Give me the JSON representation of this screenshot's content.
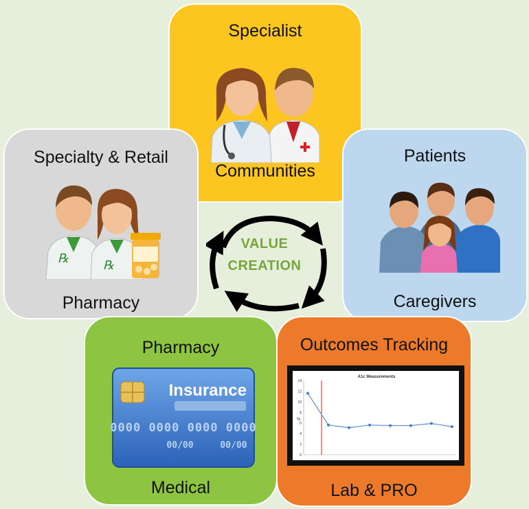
{
  "center": {
    "line1": "VALUE",
    "line2": "CREATION"
  },
  "tiles": {
    "specialist": {
      "title": "Specialist",
      "subtitle": "Communities"
    },
    "pharmacy_retail": {
      "title": "Specialty & Retail",
      "subtitle": "Pharmacy"
    },
    "patients": {
      "title": "Patients",
      "subtitle": "Caregivers"
    },
    "insurance": {
      "title": "Pharmacy",
      "subtitle": "Medical",
      "card": {
        "label": "Insurance",
        "number": "0000 0000 0000 0000",
        "date1": "00/00",
        "date2": "00/00"
      }
    },
    "outcomes": {
      "title": "Outcomes Tracking",
      "subtitle": "Lab & PRO"
    }
  },
  "colors": {
    "specialist": "#fcc520",
    "pharmacy_retail": "#d8d8d8",
    "patients": "#bdd7ef",
    "insurance": "#8dc543",
    "outcomes": "#ed7a2a",
    "background": "#e6efdb",
    "center_text": "#74a63b"
  },
  "chart_data": {
    "type": "line",
    "title": "A1c Measurements",
    "ylabel": "%",
    "ylim": [
      0,
      14
    ],
    "yticks": [
      "0",
      "2",
      "4",
      "6",
      "8",
      "10",
      "12",
      "14"
    ],
    "x": [
      1,
      2,
      3,
      4,
      5,
      6,
      7,
      8
    ],
    "values": [
      11.6,
      5.6,
      5.1,
      5.6,
      5.5,
      5.5,
      5.9,
      5.3
    ]
  }
}
